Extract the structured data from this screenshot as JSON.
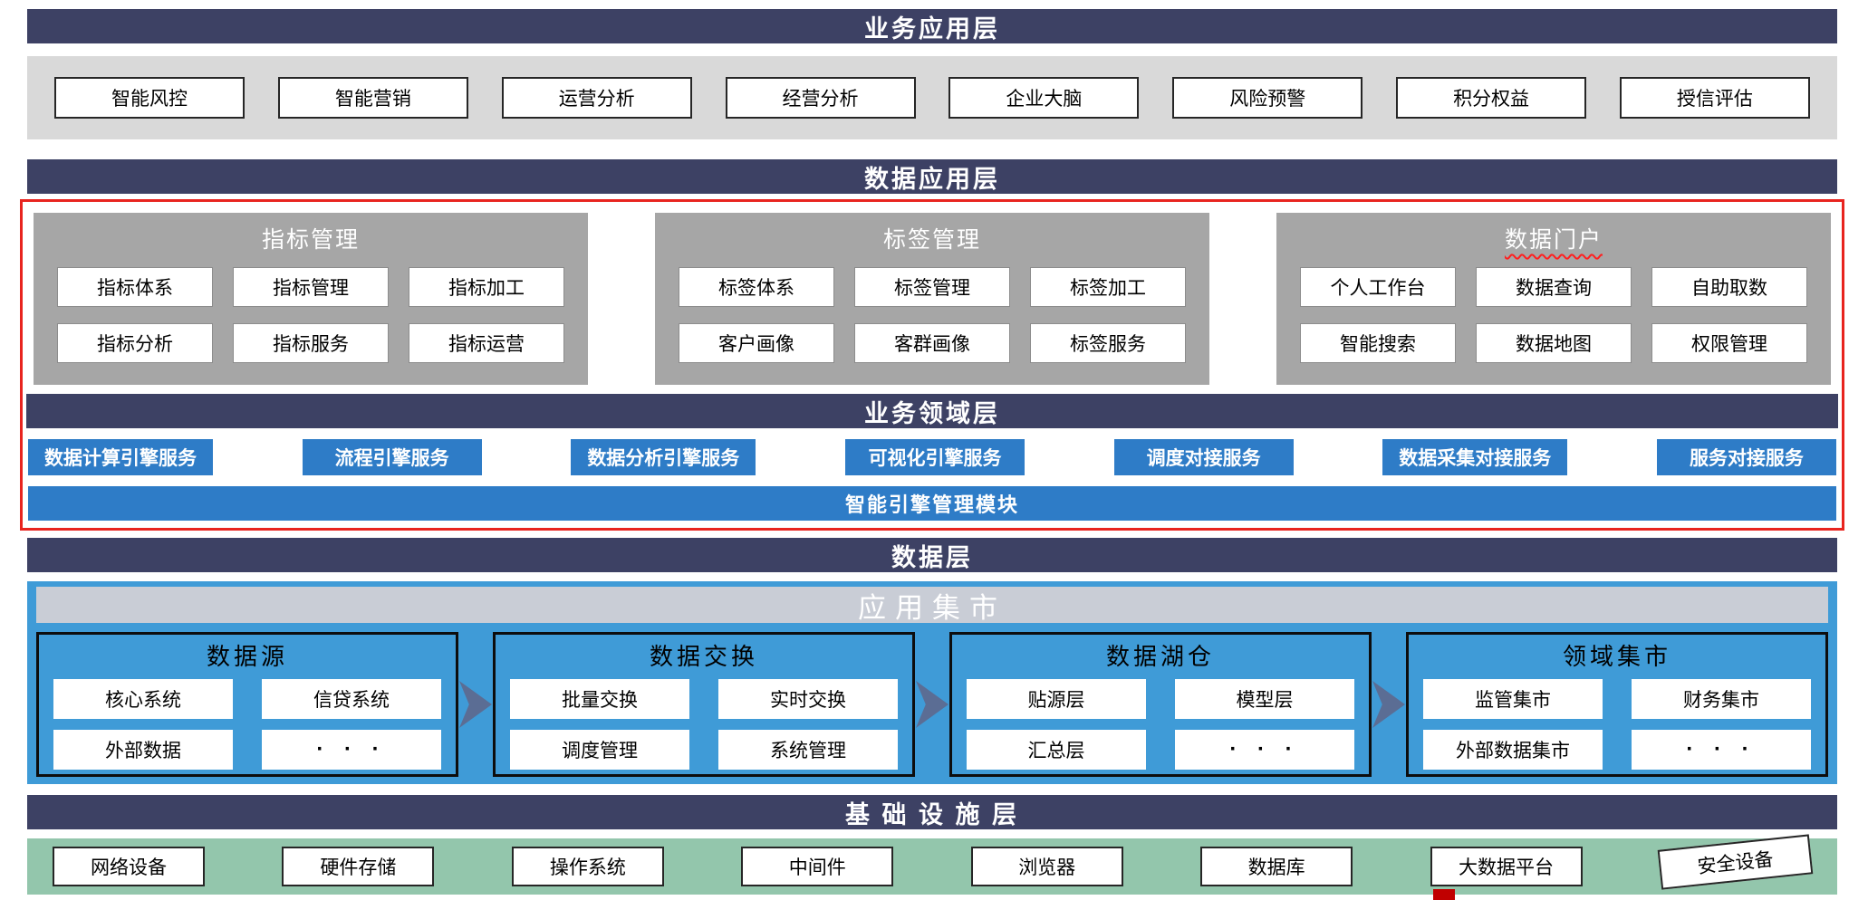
{
  "colors": {
    "layer_bar_navy": "#3d4164",
    "band_gray": "#d9d9d9",
    "panel_gray": "#a6a6a6",
    "service_blue": "#2e7cc7",
    "mart_blue": "#3f9bd7",
    "mart_header_gray": "#c9cdd6",
    "arrow_slate": "#5b6d94",
    "infra_green": "#93c6ac",
    "highlight_red": "#e8241f"
  },
  "layers": {
    "business_app": {
      "title": "业务应用层",
      "items": [
        "智能风控",
        "智能营销",
        "运营分析",
        "经营分析",
        "企业大脑",
        "风险预警",
        "积分权益",
        "授信评估"
      ]
    },
    "data_app": {
      "title": "数据应用层",
      "panels": [
        {
          "title": "指标管理",
          "items": [
            "指标体系",
            "指标管理",
            "指标加工",
            "指标分析",
            "指标服务",
            "指标运营"
          ]
        },
        {
          "title": "标签管理",
          "items": [
            "标签体系",
            "标签管理",
            "标签加工",
            "客户画像",
            "客群画像",
            "标签服务"
          ]
        },
        {
          "title": "数据门户",
          "items": [
            "个人工作台",
            "数据查询",
            "自助取数",
            "智能搜索",
            "数据地图",
            "权限管理"
          ]
        }
      ]
    },
    "business_domain": {
      "title": "业务领域层",
      "services": [
        "数据计算引擎服务",
        "流程引擎服务",
        "数据分析引擎服务",
        "可视化引擎服务",
        "调度对接服务",
        "数据采集对接服务",
        "服务对接服务"
      ],
      "engine_bar": "智能引擎管理模块"
    },
    "data_layer": {
      "title": "数据层",
      "mart_title": "应用集市",
      "groups": [
        {
          "title": "数据源",
          "items": [
            "核心系统",
            "信贷系统",
            "外部数据",
            "· · ·"
          ]
        },
        {
          "title": "数据交换",
          "items": [
            "批量交换",
            "实时交换",
            "调度管理",
            "系统管理"
          ]
        },
        {
          "title": "数据湖仓",
          "items": [
            "贴源层",
            "模型层",
            "汇总层",
            "· · ·"
          ]
        },
        {
          "title": "领域集市",
          "items": [
            "监管集市",
            "财务集市",
            "外部数据集市",
            "· · ·"
          ]
        }
      ]
    },
    "infrastructure": {
      "title": "基 础 设 施 层",
      "items": [
        "网络设备",
        "硬件存储",
        "操作系统",
        "中间件",
        "浏览器",
        "数据库",
        "大数据平台",
        "安全设备"
      ]
    }
  }
}
